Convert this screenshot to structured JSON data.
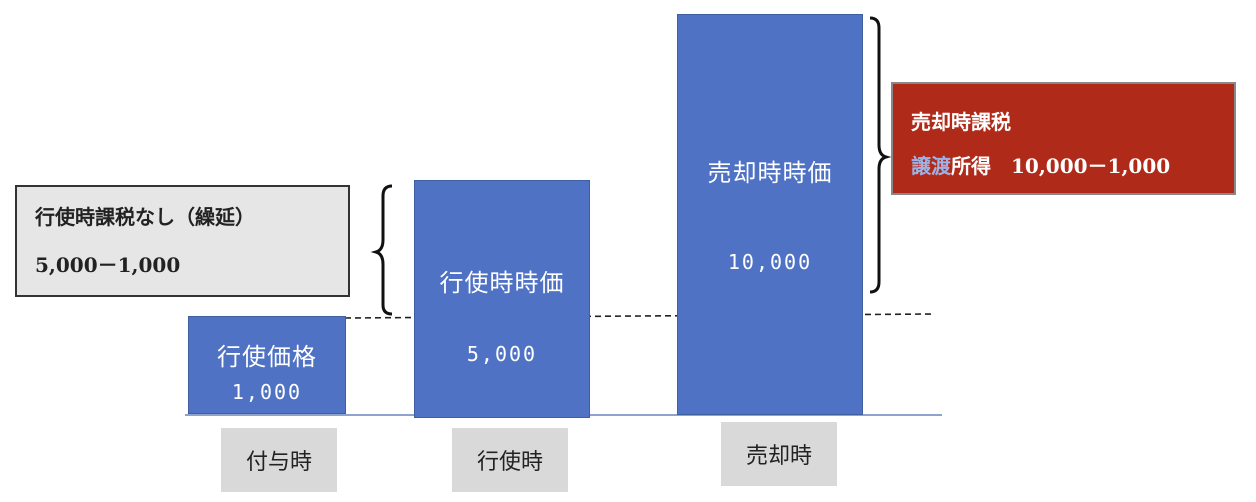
{
  "bars": [
    {
      "label": "行使価格",
      "value": "1,000"
    },
    {
      "label": "行使時時価",
      "value": "5,000"
    },
    {
      "label": "売却時時価",
      "value": "10,000"
    }
  ],
  "categories": [
    "付与時",
    "行使時",
    "売却時"
  ],
  "notes": {
    "exercise": {
      "line1": "行使時課税なし（繰延）",
      "line2": "5,000－1,000"
    },
    "sale": {
      "line1": "売却時課税",
      "line2_highlight": "譲渡",
      "line2_rest": "所得　10,000－1,000"
    }
  },
  "colors": {
    "bar": "#4f72c4",
    "sale_note": "#b02a1a",
    "exercise_note": "#e6e6e6",
    "category_box": "#d9d9d9"
  }
}
